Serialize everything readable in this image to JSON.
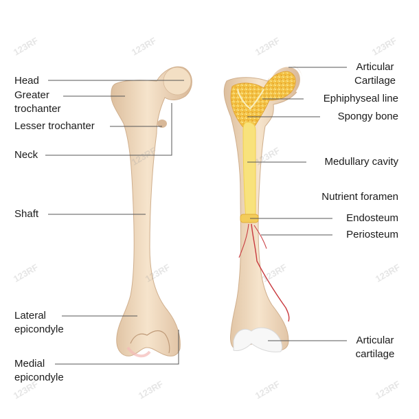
{
  "watermark": "123RF",
  "colors": {
    "bone": "#f1dcc1",
    "bone_shadow": "#d8b898",
    "spongy": "#f5c94a",
    "marrow": "#f7e27a",
    "cartilage": "#ffffff",
    "vessel": "#c8383d",
    "line": "#555555"
  },
  "left_bone": {
    "labels": {
      "head": "Head",
      "greater_trochanter_1": "Greater",
      "greater_trochanter_2": "trochanter",
      "lesser_trochanter": "Lesser trochanter",
      "neck": "Neck",
      "shaft": "Shaft",
      "lateral_epicondyle_1": "Lateral",
      "lateral_epicondyle_2": "epicondyle",
      "medial_epicondyle_1": "Medial",
      "medial_epicondyle_2": "epicondyle"
    }
  },
  "right_bone": {
    "labels": {
      "articular_cartilage_top_1": "Articular",
      "articular_cartilage_top_2": "Cartilage",
      "epiphyseal_line": "Ephiphyseal line",
      "spongy_bone": "Spongy bone",
      "medullary_cavity": "Medullary cavity",
      "nutrient_foramen": "Nutrient foramen",
      "endosteum": "Endosteum",
      "periosteum": "Periosteum",
      "articular_cartilage_bottom_1": "Articular",
      "articular_cartilage_bottom_2": "cartilage"
    }
  }
}
